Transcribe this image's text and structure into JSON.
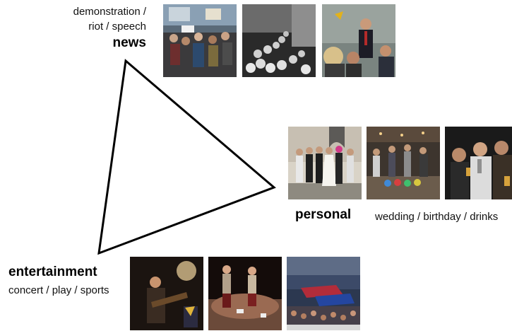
{
  "categories": {
    "news": {
      "name": "news",
      "subtypes_line1": "demonstration /",
      "subtypes_line2": "riot / speech"
    },
    "personal": {
      "name": "personal",
      "subtypes": "wedding / birthday / drinks"
    },
    "entertainment": {
      "name": "entertainment",
      "subtypes": "concert / play / sports"
    }
  },
  "colors": {
    "triangle_stroke": "#000000",
    "background": "#ffffff"
  },
  "photos": {
    "news": [
      "demonstration-photo",
      "riot-photo",
      "speech-photo"
    ],
    "personal": [
      "wedding-photo",
      "birthday-photo",
      "drinks-photo"
    ],
    "entertainment": [
      "concert-photo",
      "play-photo",
      "sports-photo"
    ]
  }
}
